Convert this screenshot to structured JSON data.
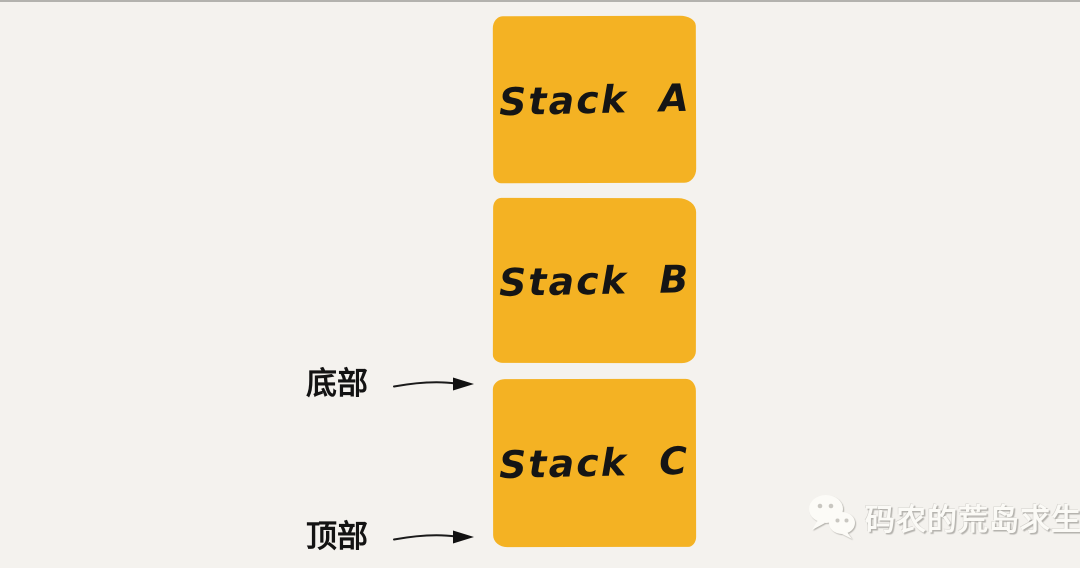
{
  "diagram": {
    "background_color": "#f4f2ee",
    "block_color": "#f4b223",
    "text_color": "#151515",
    "blocks": [
      {
        "label": "Stack A"
      },
      {
        "label": "Stack B"
      },
      {
        "label": "Stack C"
      }
    ],
    "annotations": [
      {
        "label": "底部",
        "arrow": "right",
        "points_to": "Stack C top edge"
      },
      {
        "label": "顶部",
        "arrow": "right",
        "points_to": "Stack C bottom edge"
      }
    ]
  },
  "watermark": {
    "icon": "wechat-icon",
    "text": "码农的荒岛求生"
  }
}
